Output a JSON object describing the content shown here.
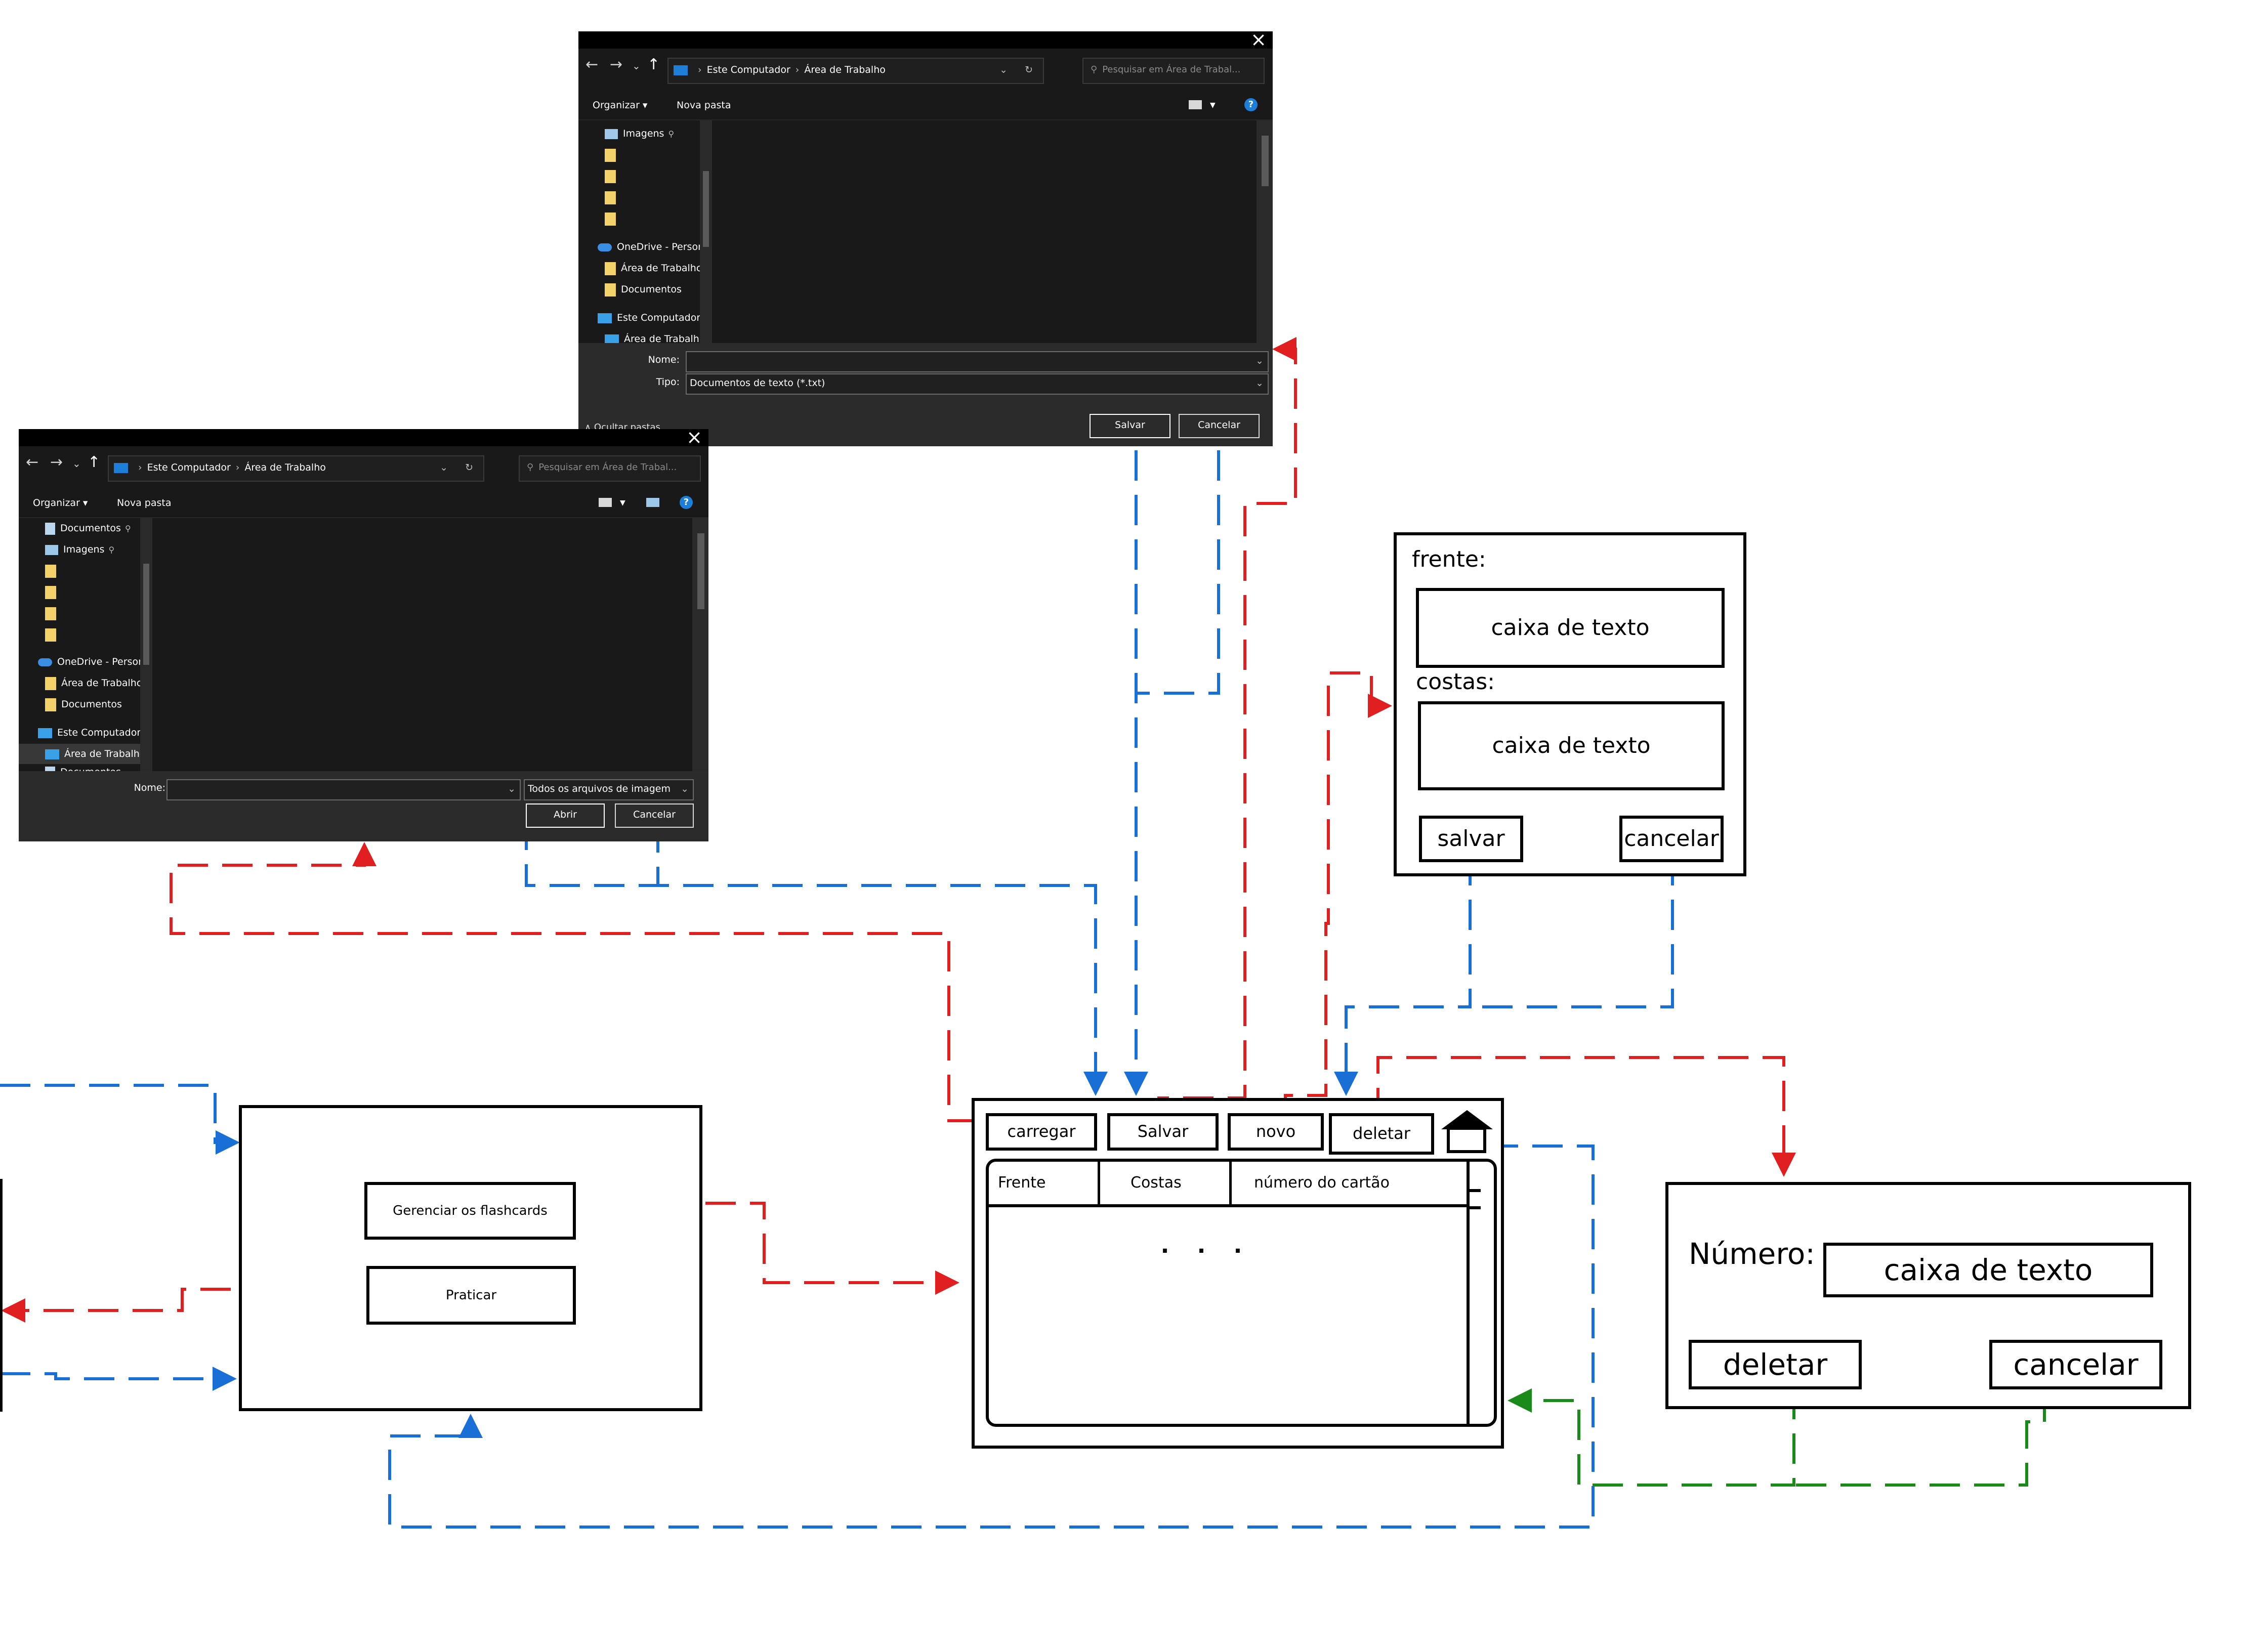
{
  "colors": {
    "red_flow": "#e02020",
    "blue_flow": "#1a6fd6",
    "green_flow": "#1a8a1a",
    "dialog_bg": "#191919",
    "dialog_footer": "#2b2b2b",
    "folder": "#f4d26a"
  },
  "save_dialog": {
    "close_icon": "close-icon",
    "path_root": "Este Computador",
    "path_leaf": "Área de Trabalho",
    "search_placeholder": "Pesquisar em Área de Trabal...",
    "organize": "Organizar ▾",
    "new_folder": "Nova pasta",
    "nav_items": [
      {
        "label": "Imagens",
        "icon": "images-icon"
      },
      {
        "label": "OneDrive - Persor",
        "icon": "onedrive-icon"
      },
      {
        "label": "Área de Trabalhc",
        "icon": "folder-icon"
      },
      {
        "label": "Documentos",
        "icon": "folder-icon"
      },
      {
        "label": "Este Computador",
        "icon": "computer-icon"
      },
      {
        "label": "Área de Trabalhc",
        "icon": "desktop-icon"
      }
    ],
    "name_label": "Nome:",
    "name_value": "",
    "type_label": "Tipo:",
    "type_value": "Documentos de texto (*.txt)",
    "hide_folders": "∧ Ocultar pastas",
    "save_button": "Salvar",
    "cancel_button": "Cancelar"
  },
  "open_dialog": {
    "close_icon": "close-icon",
    "path_root": "Este Computador",
    "path_leaf": "Área de Trabalho",
    "search_placeholder": "Pesquisar em Área de Trabal...",
    "organize": "Organizar ▾",
    "new_folder": "Nova pasta",
    "nav_items": [
      {
        "label": "Documentos",
        "icon": "documents-icon"
      },
      {
        "label": "Imagens",
        "icon": "images-icon"
      },
      {
        "label": "OneDrive - Persor",
        "icon": "onedrive-icon"
      },
      {
        "label": "Área de Trabalhc",
        "icon": "folder-icon"
      },
      {
        "label": "Documentos",
        "icon": "folder-icon"
      },
      {
        "label": "Este Computador",
        "icon": "computer-icon"
      },
      {
        "label": "Área de Trabalhc",
        "icon": "desktop-icon"
      },
      {
        "label": "Documentos",
        "icon": "documents-icon"
      }
    ],
    "name_label": "Nome:",
    "name_value": "",
    "filter_value": "Todos os arquivos de imagem",
    "open_button": "Abrir",
    "cancel_button": "Cancelar"
  },
  "card_form": {
    "front_label": "frente:",
    "front_box": "caixa de texto",
    "back_label": "costas:",
    "back_box": "caixa de texto",
    "save_button": "salvar",
    "cancel_button": "cancelar"
  },
  "main_menu": {
    "manage_button": "Gerenciar os flashcards",
    "practice_button": "Praticar"
  },
  "manager": {
    "load_button": "carregar",
    "save_button": "Salvar",
    "new_button": "novo",
    "delete_button": "deletar",
    "home_icon": "home-icon",
    "columns": [
      "Frente",
      "Costas",
      "número do cartão"
    ],
    "ellipsis": ". . ."
  },
  "delete_form": {
    "number_label": "Número:",
    "number_box": "caixa de texto",
    "delete_button": "deletar",
    "cancel_button": "cancelar"
  }
}
